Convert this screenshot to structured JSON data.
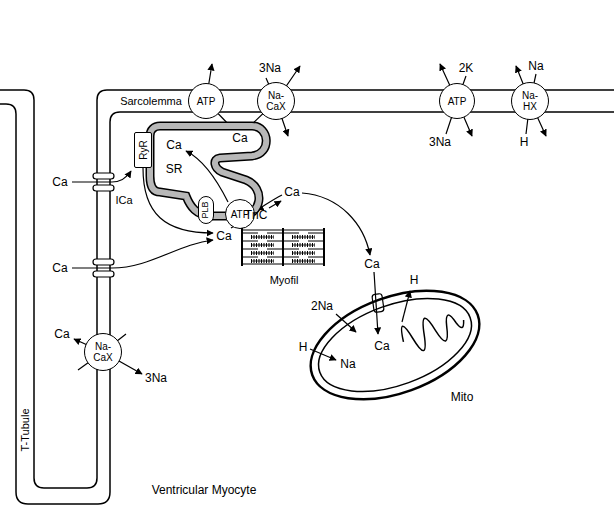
{
  "diagram": {
    "nodes": [
      {
        "text": [
          "ATP"
        ]
      },
      {
        "text": [
          "Na-CaX"
        ]
      },
      {
        "text": [
          "ATP"
        ]
      },
      {
        "text": [
          "Na-HX"
        ]
      },
      {
        "text": [
          "Ca",
          "SR"
        ]
      },
      {
        "text": [
          "RyR"
        ],
        "in": 4
      },
      {
        "text": [
          "PLB"
        ],
        "in": 4
      },
      {
        "text": [
          "ATP"
        ],
        "in": 4
      },
      {
        "text": [
          "Myofil"
        ]
      },
      {
        "text": [
          "Na-CaX"
        ]
      },
      {
        "text": [
          "Mito"
        ]
      }
    ],
    "labels": [
      "Sarcolemma",
      "3Na",
      "Ca",
      "2K",
      "3Na",
      "Na",
      "H",
      "Ca",
      "ICa",
      "Ca",
      "Ca",
      "TnC",
      "Ca",
      "Ca",
      "2Na",
      "H",
      "Na",
      "Ca",
      "H",
      "Ca",
      "3Na",
      "T-Tubule",
      "Ventricular Myocyte"
    ]
  }
}
